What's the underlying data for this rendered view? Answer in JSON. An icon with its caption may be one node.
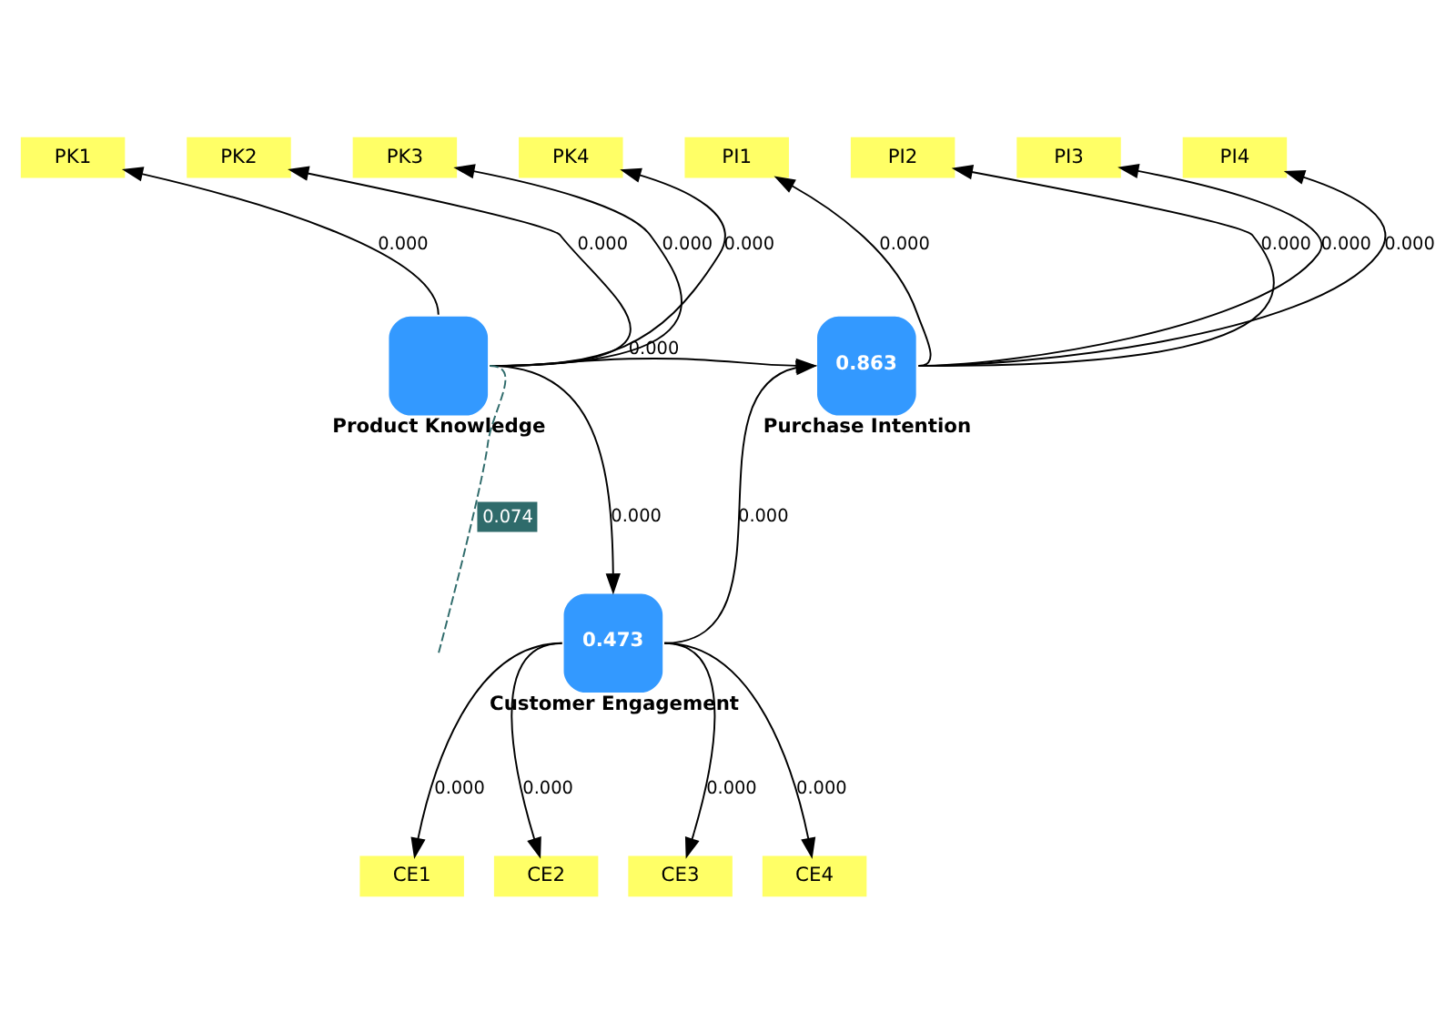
{
  "diagram": {
    "nodes": [
      {
        "text": [
          "PK1"
        ]
      },
      {
        "text": [
          "PK2"
        ]
      },
      {
        "text": [
          "PK3"
        ]
      },
      {
        "text": [
          "PK4"
        ]
      },
      {
        "text": [
          "PI1"
        ]
      },
      {
        "text": [
          "PI2"
        ]
      },
      {
        "text": [
          "PI3"
        ]
      },
      {
        "text": [
          "PI4"
        ]
      },
      {
        "text": [
          "Product Knowledge"
        ]
      },
      {
        "text": [
          "0.863",
          "Purchase Intention"
        ]
      },
      {
        "text": [
          "0.473",
          "Customer Engagement"
        ]
      },
      {
        "text": [
          "CE1"
        ]
      },
      {
        "text": [
          "CE2"
        ]
      },
      {
        "text": [
          "CE3"
        ]
      },
      {
        "text": [
          "CE4"
        ]
      }
    ],
    "edges": [
      {
        "from": 8,
        "to": 0,
        "arrow": "to",
        "label": "0.000"
      },
      {
        "from": 8,
        "to": 1,
        "arrow": "to",
        "label": "0.000"
      },
      {
        "from": 8,
        "to": 2,
        "arrow": "to",
        "label": "0.000"
      },
      {
        "from": 8,
        "to": 3,
        "arrow": "to",
        "label": "0.000"
      },
      {
        "from": 9,
        "to": 4,
        "arrow": "to",
        "label": "0.000"
      },
      {
        "from": 9,
        "to": 5,
        "arrow": "to",
        "label": "0.000"
      },
      {
        "from": 9,
        "to": 6,
        "arrow": "to",
        "label": "0.000"
      },
      {
        "from": 9,
        "to": 7,
        "arrow": "to",
        "label": "0.000"
      },
      {
        "from": 8,
        "to": 9,
        "arrow": "to",
        "label": "0.000"
      },
      {
        "from": 8,
        "to": null,
        "arrow": "none",
        "label": "0.074",
        "style": "dashed",
        "color": "#2f6b6b"
      },
      {
        "from": 8,
        "to": 10,
        "arrow": "to",
        "label": "0.000"
      },
      {
        "from": 10,
        "to": 9,
        "arrow": "to",
        "label": "0.000"
      },
      {
        "from": 10,
        "to": 11,
        "arrow": "to",
        "label": "0.000"
      },
      {
        "from": 10,
        "to": 12,
        "arrow": "to",
        "label": "0.000"
      },
      {
        "from": 10,
        "to": 13,
        "arrow": "to",
        "label": "0.000"
      },
      {
        "from": 10,
        "to": 14,
        "arrow": "to",
        "label": "0.000"
      }
    ]
  }
}
